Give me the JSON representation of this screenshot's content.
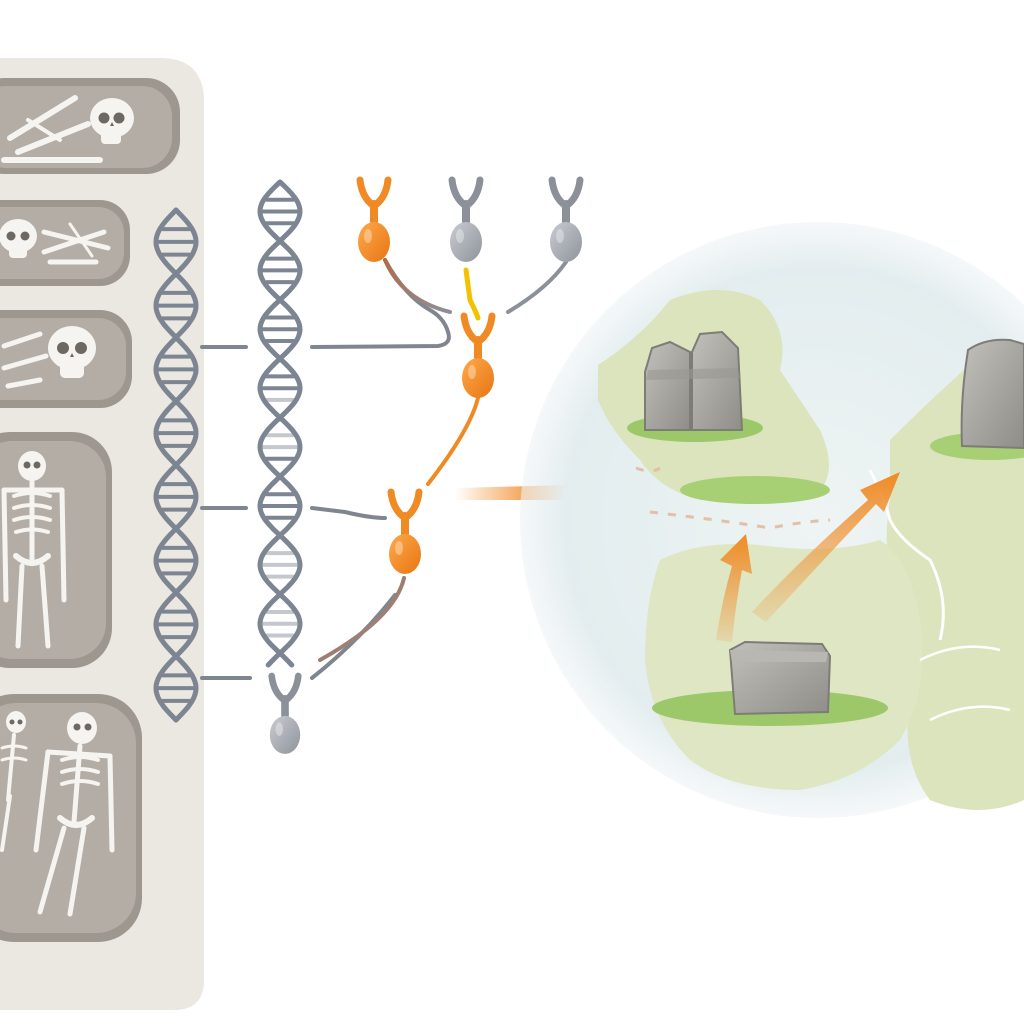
{
  "burials": [
    {
      "id": "burial-1",
      "posture": "disarticulated"
    },
    {
      "id": "burial-2",
      "posture": "disarticulated"
    },
    {
      "id": "burial-3",
      "posture": "disarticulated"
    },
    {
      "id": "burial-4",
      "posture": "extended"
    },
    {
      "id": "burial-5",
      "posture": "double-adult-child"
    }
  ],
  "dna_strands": [
    {
      "id": "dna-strand-left"
    },
    {
      "id": "dna-strand-right"
    }
  ],
  "lineage_nodes": [
    {
      "id": "ancestor-top-1",
      "highlight": true
    },
    {
      "id": "ancestor-top-2",
      "highlight": false
    },
    {
      "id": "ancestor-top-3",
      "highlight": false
    },
    {
      "id": "lineage-node-upper",
      "highlight": true
    },
    {
      "id": "lineage-node-middle",
      "highlight": true
    },
    {
      "id": "lineage-node-lower",
      "highlight": false
    }
  ],
  "map": {
    "megaliths": [
      {
        "id": "megalith-paired-stones"
      },
      {
        "id": "megalith-standing-stone"
      },
      {
        "id": "megalith-dolmen"
      }
    ],
    "migration_arrows": 3
  },
  "colors": {
    "highlight": "#f08a24",
    "neutral": "#8b9099",
    "dna": "#7d8592",
    "panel": "#e9e5df",
    "burial_pit": "#9a948c",
    "land": "#d8e2b8",
    "grass": "#9cc86a",
    "stone": "#a3a19c",
    "sea": "#e4eef0"
  }
}
